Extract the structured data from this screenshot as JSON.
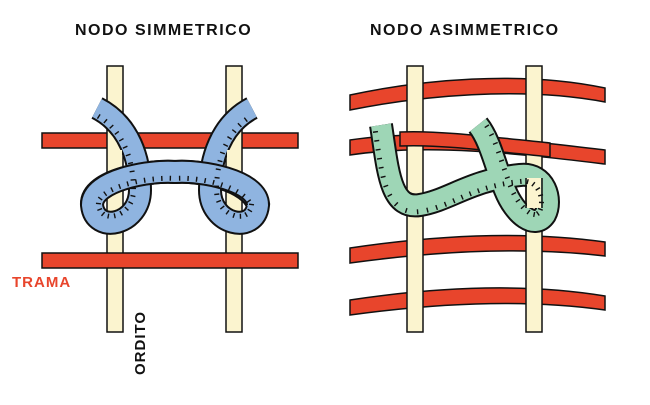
{
  "titles": {
    "left": "NODO SIMMETRICO",
    "right": "NODO ASIMMETRICO"
  },
  "labels": {
    "weft": "TRAMA",
    "warp": "ORDITO"
  },
  "colors": {
    "weft": "#e8452c",
    "warp": "#fbf4cf",
    "symmetric_knot": "#8fb4e0",
    "asymmetric_knot": "#9ed6b6",
    "outline": "#111111",
    "weft_label": "#e8452c"
  }
}
